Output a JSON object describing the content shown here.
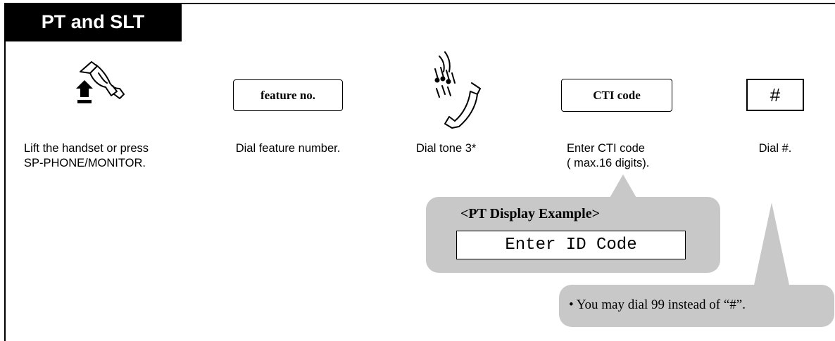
{
  "header": {
    "title": "PT and SLT"
  },
  "steps": [
    {
      "icon": "handset-lift-icon",
      "caption_line1": "Lift the handset or press",
      "caption_line2": "SP-PHONE/MONITOR."
    },
    {
      "box_label": "feature no.",
      "caption_line1": "Dial feature number."
    },
    {
      "icon": "dial-tone-handset-icon",
      "caption_line1": "Dial tone 3*"
    },
    {
      "box_label": "CTI code",
      "caption_line1": "Enter CTI code",
      "caption_line2": "( max.16 digits)."
    },
    {
      "box_label": "#",
      "caption_line1": "Dial #."
    }
  ],
  "display_example": {
    "title": "<PT Display Example>",
    "screen_text": "Enter ID Code"
  },
  "note": {
    "text": "• You may dial 99 instead of “#”."
  },
  "colors": {
    "header_bg": "#000000",
    "header_fg": "#ffffff",
    "bubble_bg": "#c8c8c8"
  }
}
